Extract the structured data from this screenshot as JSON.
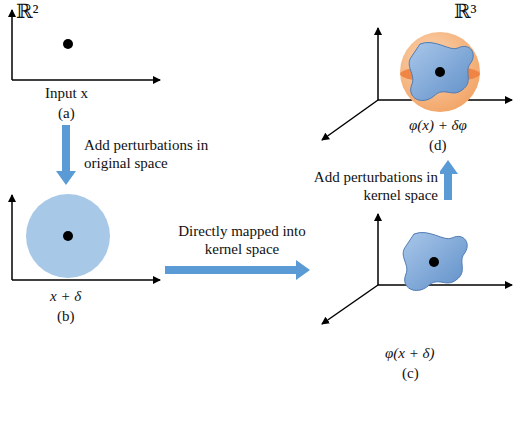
{
  "diagram": {
    "nodes": [
      {
        "text": [
          "Input x",
          "(a)"
        ]
      },
      {
        "text": [
          "x + δ",
          "(b)"
        ]
      },
      {
        "text": [
          "φ(x + δ)",
          "(c)"
        ]
      },
      {
        "text": [
          "φ(x) + δφ",
          "(d)"
        ]
      }
    ],
    "edges": [
      {
        "from": 0,
        "to": 1,
        "arrow": "to",
        "label": "Add perturbations in original space"
      },
      {
        "from": 1,
        "to": 2,
        "arrow": "to",
        "label": "Directly mapped into kernel space"
      },
      {
        "from": 2,
        "to": 3,
        "arrow": "to",
        "label": "Add perturbations in kernel space"
      }
    ],
    "labels": [
      "ℝ²",
      "ℝ³"
    ]
  }
}
